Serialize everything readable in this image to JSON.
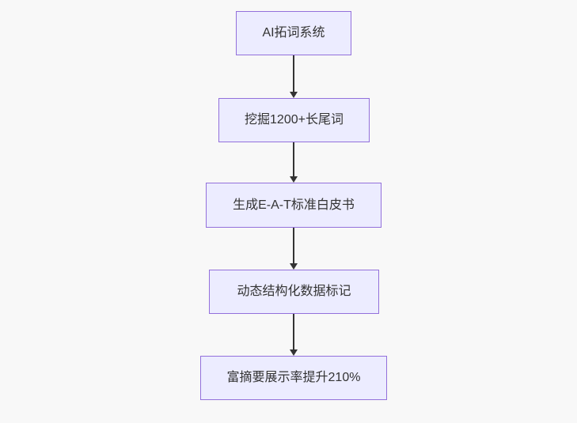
{
  "flowchart": {
    "title": "SEO AI flowchart",
    "nodes": [
      {
        "id": "ai-keyword-system",
        "label": "AI拓词系统"
      },
      {
        "id": "mine-longtail-keywords",
        "label": "挖掘1200+长尾词"
      },
      {
        "id": "generate-eat-whitepaper",
        "label": "生成E-A-T标准白皮书"
      },
      {
        "id": "dynamic-structured-data",
        "label": "动态结构化数据标记"
      },
      {
        "id": "rich-snippet-rate-up",
        "label": "富摘要展示率提升210%"
      }
    ],
    "edges": [
      {
        "from": "ai-keyword-system",
        "to": "mine-longtail-keywords",
        "direction": "down"
      },
      {
        "from": "mine-longtail-keywords",
        "to": "generate-eat-whitepaper",
        "direction": "down"
      },
      {
        "from": "generate-eat-whitepaper",
        "to": "dynamic-structured-data",
        "direction": "down"
      },
      {
        "from": "dynamic-structured-data",
        "to": "rich-snippet-rate-up",
        "direction": "down"
      }
    ],
    "colors": {
      "node_fill": "#ECECFF",
      "node_border": "#9370DB",
      "arrow": "#333333",
      "text": "#333333",
      "background": "#f8f8f8"
    }
  }
}
